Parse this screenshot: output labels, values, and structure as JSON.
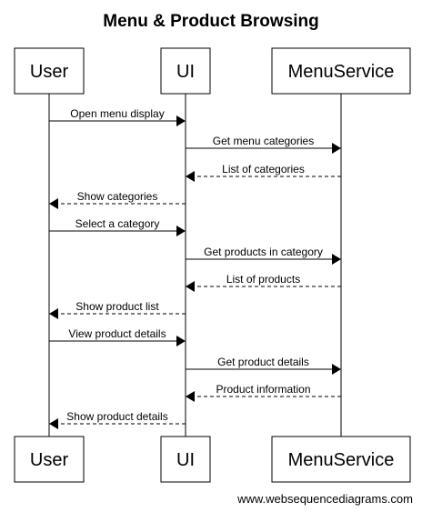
{
  "diagram": {
    "title": "Menu & Product Browsing",
    "participants": [
      {
        "id": "user",
        "label": "User"
      },
      {
        "id": "ui",
        "label": "UI"
      },
      {
        "id": "menu_service",
        "label": "MenuService"
      }
    ],
    "messages": [
      {
        "from": "user",
        "to": "ui",
        "label": "Open menu display",
        "style": "solid"
      },
      {
        "from": "ui",
        "to": "menu_service",
        "label": "Get menu categories",
        "style": "solid"
      },
      {
        "from": "menu_service",
        "to": "ui",
        "label": "List of categories",
        "style": "dashed"
      },
      {
        "from": "ui",
        "to": "user",
        "label": "Show categories",
        "style": "dashed"
      },
      {
        "from": "user",
        "to": "ui",
        "label": "Select a category",
        "style": "solid"
      },
      {
        "from": "ui",
        "to": "menu_service",
        "label": "Get products in category",
        "style": "solid"
      },
      {
        "from": "menu_service",
        "to": "ui",
        "label": "List of products",
        "style": "dashed"
      },
      {
        "from": "ui",
        "to": "user",
        "label": "Show product list",
        "style": "dashed"
      },
      {
        "from": "user",
        "to": "ui",
        "label": "View product details",
        "style": "solid"
      },
      {
        "from": "ui",
        "to": "menu_service",
        "label": "Get product details",
        "style": "solid"
      },
      {
        "from": "menu_service",
        "to": "ui",
        "label": "Product information",
        "style": "dashed"
      },
      {
        "from": "ui",
        "to": "user",
        "label": "Show product details",
        "style": "dashed"
      }
    ],
    "watermark": "www.websequencediagrams.com"
  }
}
